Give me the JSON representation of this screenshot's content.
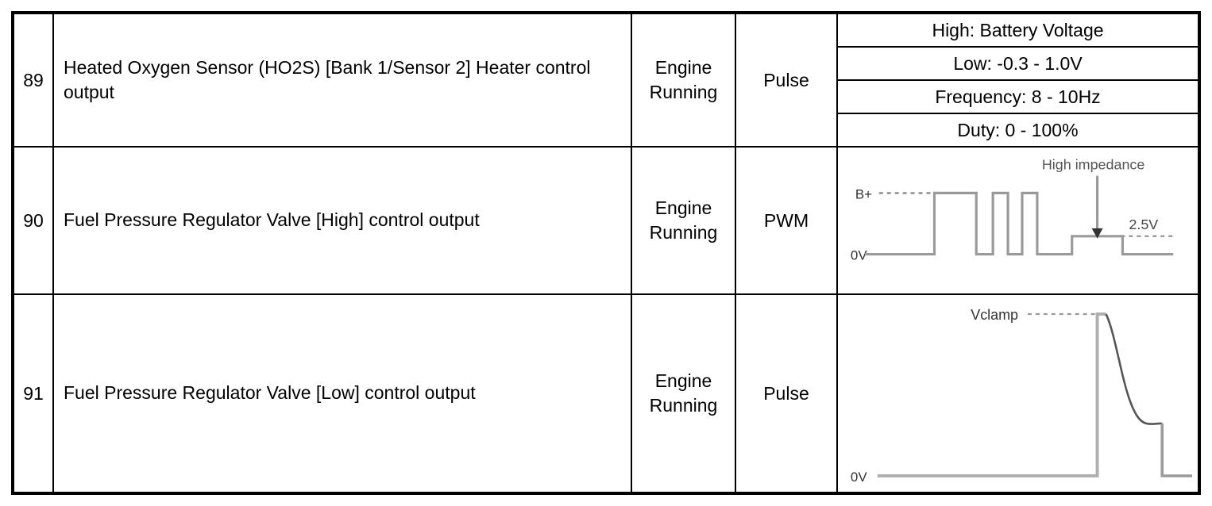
{
  "table": {
    "rows": [
      {
        "no": "89",
        "description": "Heated Oxygen Sensor (HO2S) [Bank 1/Sensor 2] Heater control output",
        "condition": "Engine Running",
        "signal_type": "Pulse",
        "spec_lines": [
          "High: Battery Voltage",
          "Low: -0.3 - 1.0V",
          "Frequency: 8 - 10Hz",
          "Duty: 0 - 100%"
        ]
      },
      {
        "no": "90",
        "description": "Fuel Pressure Regulator Valve [High] control output",
        "condition": "Engine Running",
        "signal_type": "PWM",
        "waveform": {
          "kind": "pwm",
          "labels": {
            "high_level": "B+",
            "low_level": "0V",
            "annotation": "High impedance",
            "step_level": "2.5V"
          }
        }
      },
      {
        "no": "91",
        "description": "Fuel Pressure Regulator Valve [Low] control output",
        "condition": "Engine Running",
        "signal_type": "Pulse",
        "waveform": {
          "kind": "clamp-decay",
          "labels": {
            "high_level": "Vclamp",
            "low_level": "0V"
          }
        }
      }
    ]
  },
  "colors": {
    "border": "#000000",
    "trace": "#999999",
    "trace_dark": "#555555",
    "text": "#000000",
    "annotation_text": "#555555"
  }
}
